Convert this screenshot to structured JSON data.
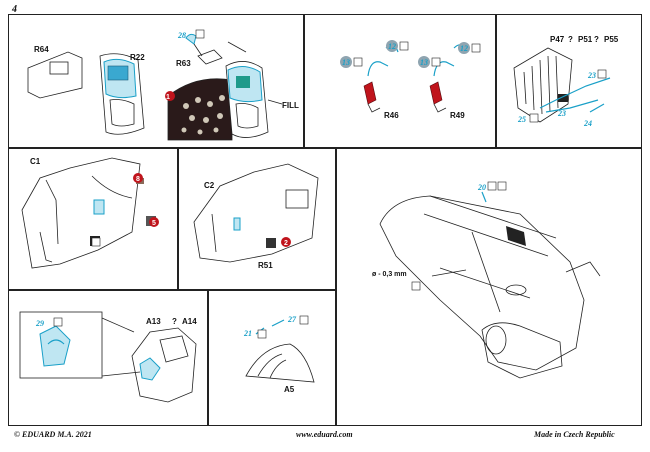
{
  "page": {
    "number": "4"
  },
  "footer": {
    "left": "© EDUARD  M.A. 2021",
    "center": "www.eduard.com",
    "right": "Made in Czech Republic"
  },
  "panel1": {
    "labels": {
      "r64": "R64",
      "r22": "R22",
      "r63": "R63",
      "fill": "FILL"
    },
    "callouts": {
      "p28": "28",
      "p1": "1"
    }
  },
  "panel2": {
    "labels": {
      "r46": "R46",
      "r49": "R49"
    },
    "callouts": {
      "p13a": "13",
      "p12a": "12",
      "p13b": "13",
      "p12b": "12"
    }
  },
  "panel3": {
    "labels": {
      "p47": "P47",
      "p51": "P51",
      "p55": "P55",
      "q1": "?",
      "q2": "?"
    },
    "callouts": {
      "p23a": "23",
      "p25": "25",
      "p23b": "23",
      "p24": "24"
    }
  },
  "panel4": {
    "labels": {
      "c1": "C1"
    },
    "callouts": {
      "p8": "8",
      "p5": "5"
    }
  },
  "panel5": {
    "labels": {
      "c2": "C2",
      "r51": "R51"
    },
    "callouts": {
      "p2": "2"
    }
  },
  "panel6": {
    "labels": {
      "diam": "ø - 0,3 mm"
    },
    "callouts": {
      "p20": "20"
    }
  },
  "panel7": {
    "labels": {
      "a13": "A13",
      "a14": "A14",
      "q": "?"
    },
    "callouts": {
      "p29": "29"
    }
  },
  "panel8": {
    "labels": {
      "a5": "A5"
    },
    "callouts": {
      "p21": "21",
      "p27": "27"
    }
  },
  "colors": {
    "cyan": "#1aa0c8",
    "red": "#c0141c",
    "grey": "#8fa4b0"
  }
}
